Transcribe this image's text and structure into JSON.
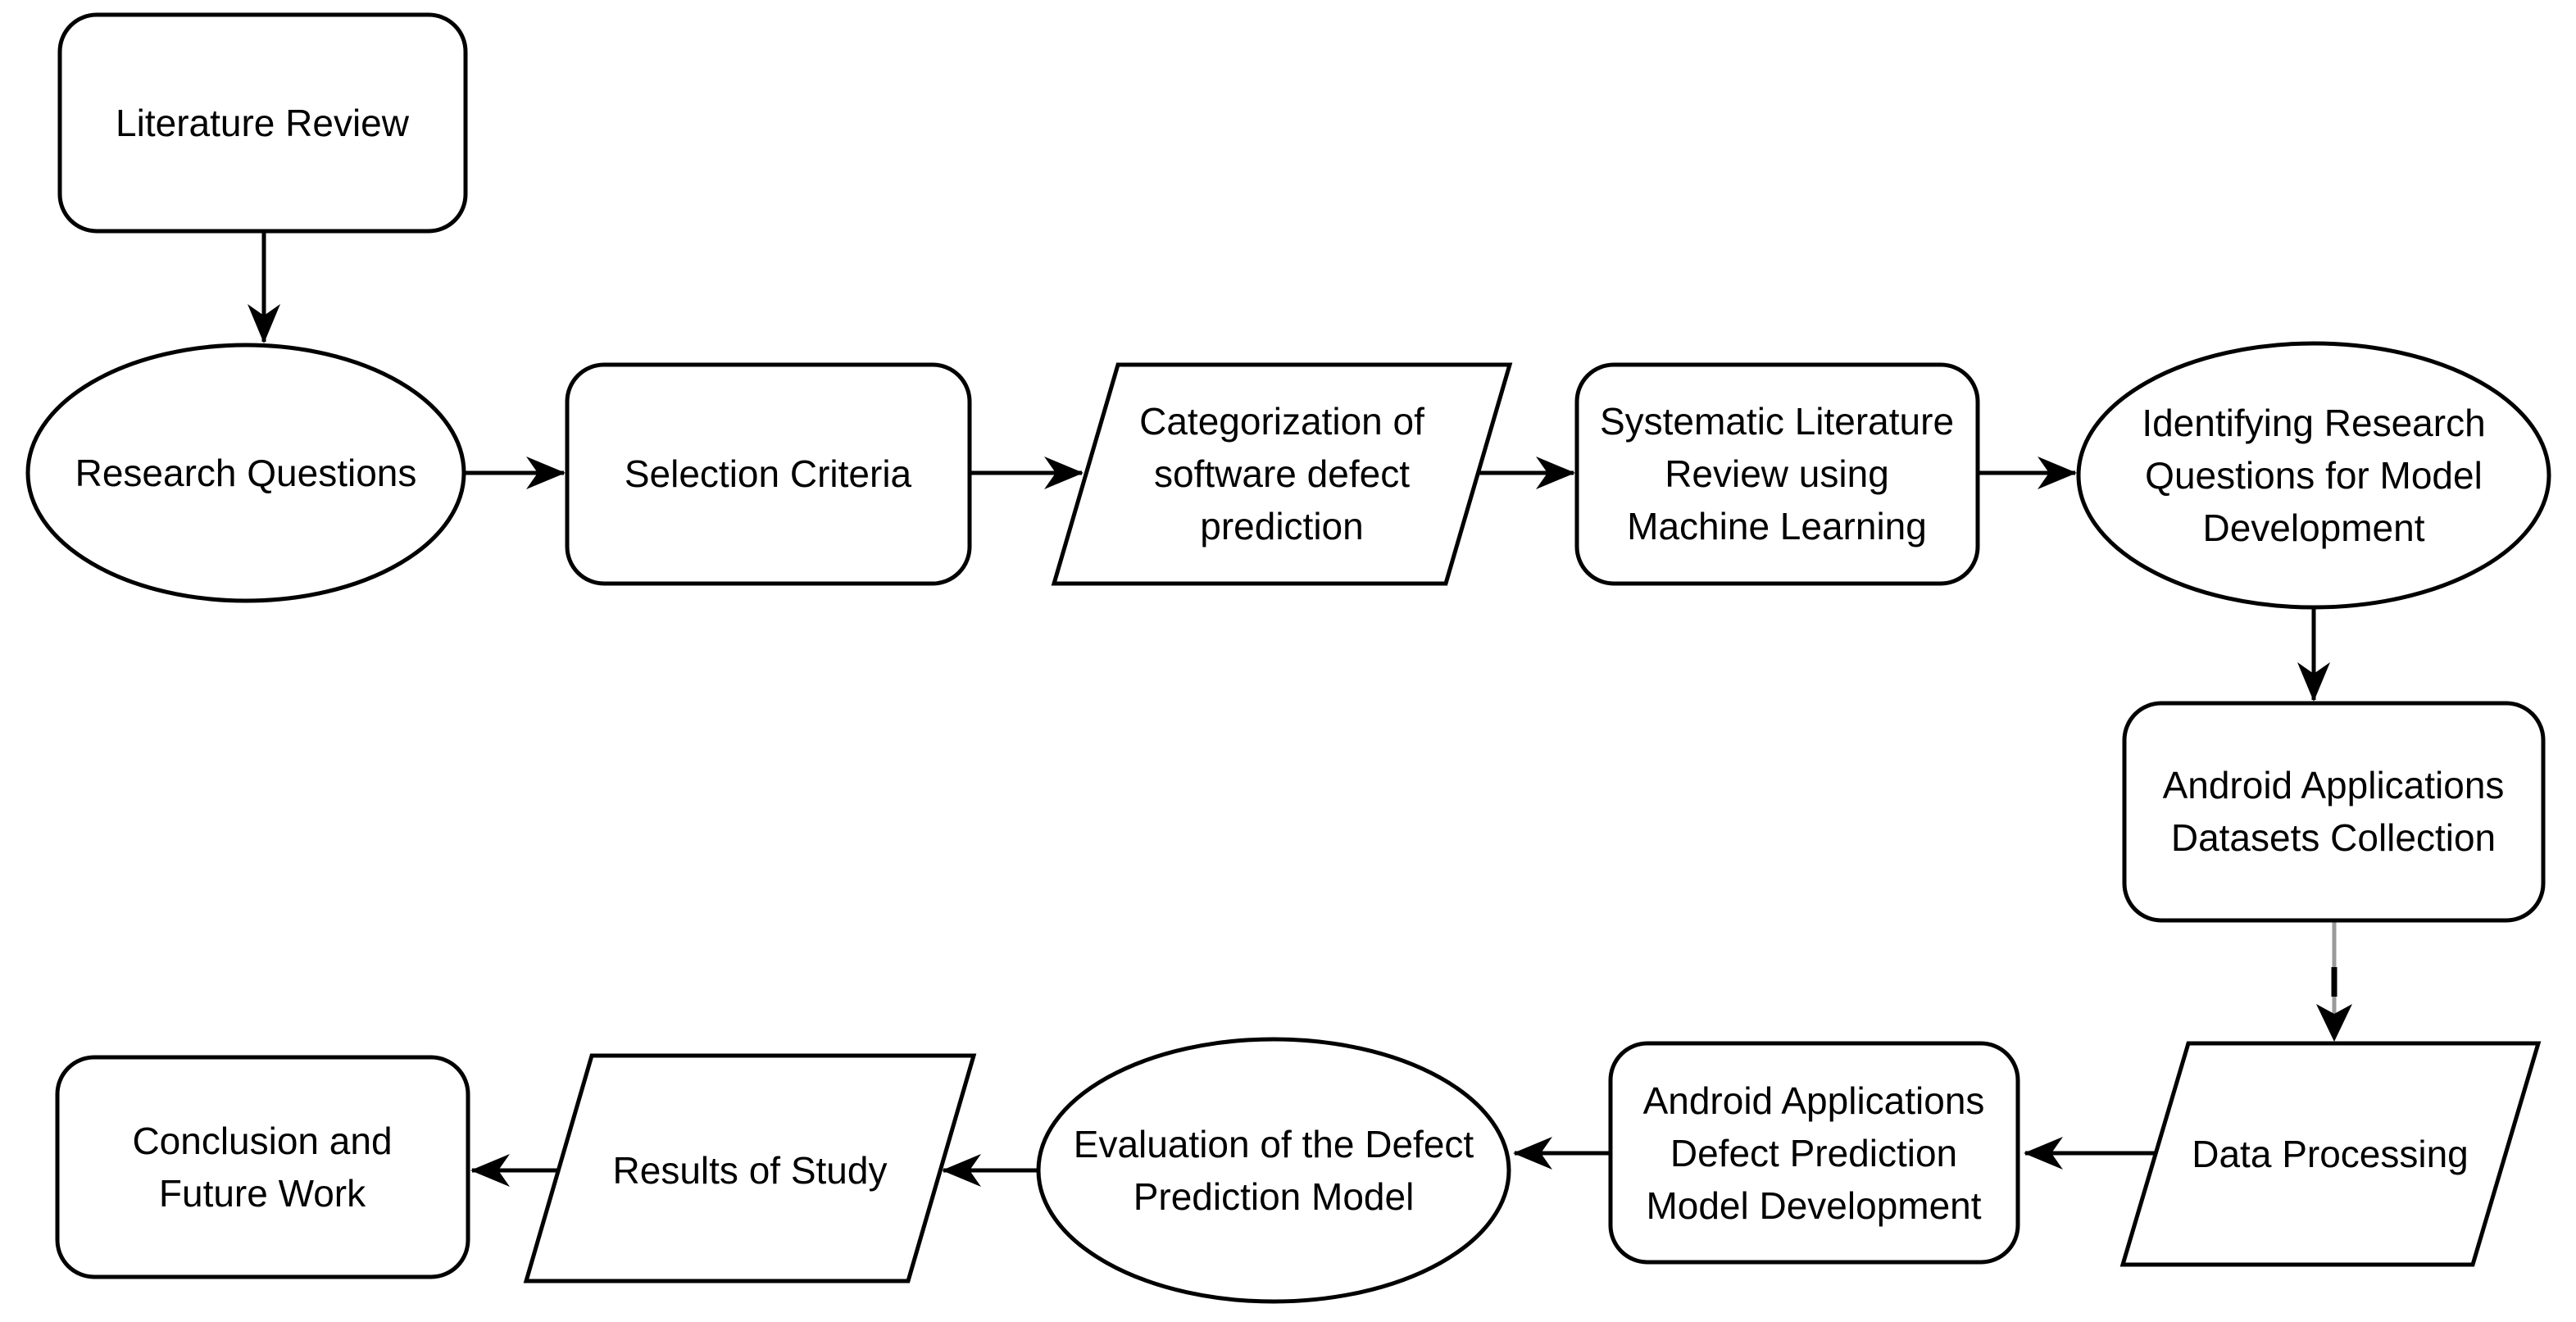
{
  "diagram": {
    "title": "Research methodology flowchart",
    "background_color": "#ffffff",
    "stroke_color": "#000000",
    "text_color": "#000000",
    "gray_connector_color": "#9a9a9a",
    "nodes": [
      {
        "id": "literature-review",
        "shape": "rounded-rect",
        "lines": [
          "Literature Review"
        ]
      },
      {
        "id": "research-questions",
        "shape": "ellipse",
        "lines": [
          "Research Questions"
        ]
      },
      {
        "id": "selection-criteria",
        "shape": "rounded-rect",
        "lines": [
          "Selection Criteria"
        ]
      },
      {
        "id": "categorization",
        "shape": "parallelogram",
        "lines": [
          "Categorization of",
          "software defect",
          "prediction"
        ]
      },
      {
        "id": "slr-machine-learning",
        "shape": "rounded-rect",
        "lines": [
          "Systematic Literature",
          "Review using",
          "Machine Learning"
        ]
      },
      {
        "id": "identifying-rq",
        "shape": "ellipse",
        "lines": [
          "Identifying Research",
          "Questions for Model",
          "Development"
        ]
      },
      {
        "id": "datasets-collection",
        "shape": "rounded-rect",
        "lines": [
          "Android Applications",
          "Datasets Collection"
        ]
      },
      {
        "id": "data-processing",
        "shape": "parallelogram",
        "lines": [
          "Data Processing"
        ]
      },
      {
        "id": "model-development",
        "shape": "rounded-rect",
        "lines": [
          "Android Applications",
          "Defect Prediction",
          "Model Development"
        ]
      },
      {
        "id": "evaluation",
        "shape": "ellipse",
        "lines": [
          "Evaluation of the Defect",
          "Prediction Model"
        ]
      },
      {
        "id": "results",
        "shape": "parallelogram",
        "lines": [
          "Results of Study"
        ]
      },
      {
        "id": "conclusion",
        "shape": "rounded-rect",
        "lines": [
          "Conclusion and",
          "Future Work"
        ]
      }
    ],
    "edges": [
      {
        "from": "literature-review",
        "to": "research-questions",
        "style": "black"
      },
      {
        "from": "research-questions",
        "to": "selection-criteria",
        "style": "black"
      },
      {
        "from": "selection-criteria",
        "to": "categorization",
        "style": "black"
      },
      {
        "from": "categorization",
        "to": "slr-machine-learning",
        "style": "black"
      },
      {
        "from": "slr-machine-learning",
        "to": "identifying-rq",
        "style": "black"
      },
      {
        "from": "identifying-rq",
        "to": "datasets-collection",
        "style": "black"
      },
      {
        "from": "datasets-collection",
        "to": "data-processing",
        "style": "gray-with-black-dash"
      },
      {
        "from": "data-processing",
        "to": "model-development",
        "style": "black"
      },
      {
        "from": "model-development",
        "to": "evaluation",
        "style": "black"
      },
      {
        "from": "evaluation",
        "to": "results",
        "style": "black"
      },
      {
        "from": "results",
        "to": "conclusion",
        "style": "black"
      }
    ]
  }
}
